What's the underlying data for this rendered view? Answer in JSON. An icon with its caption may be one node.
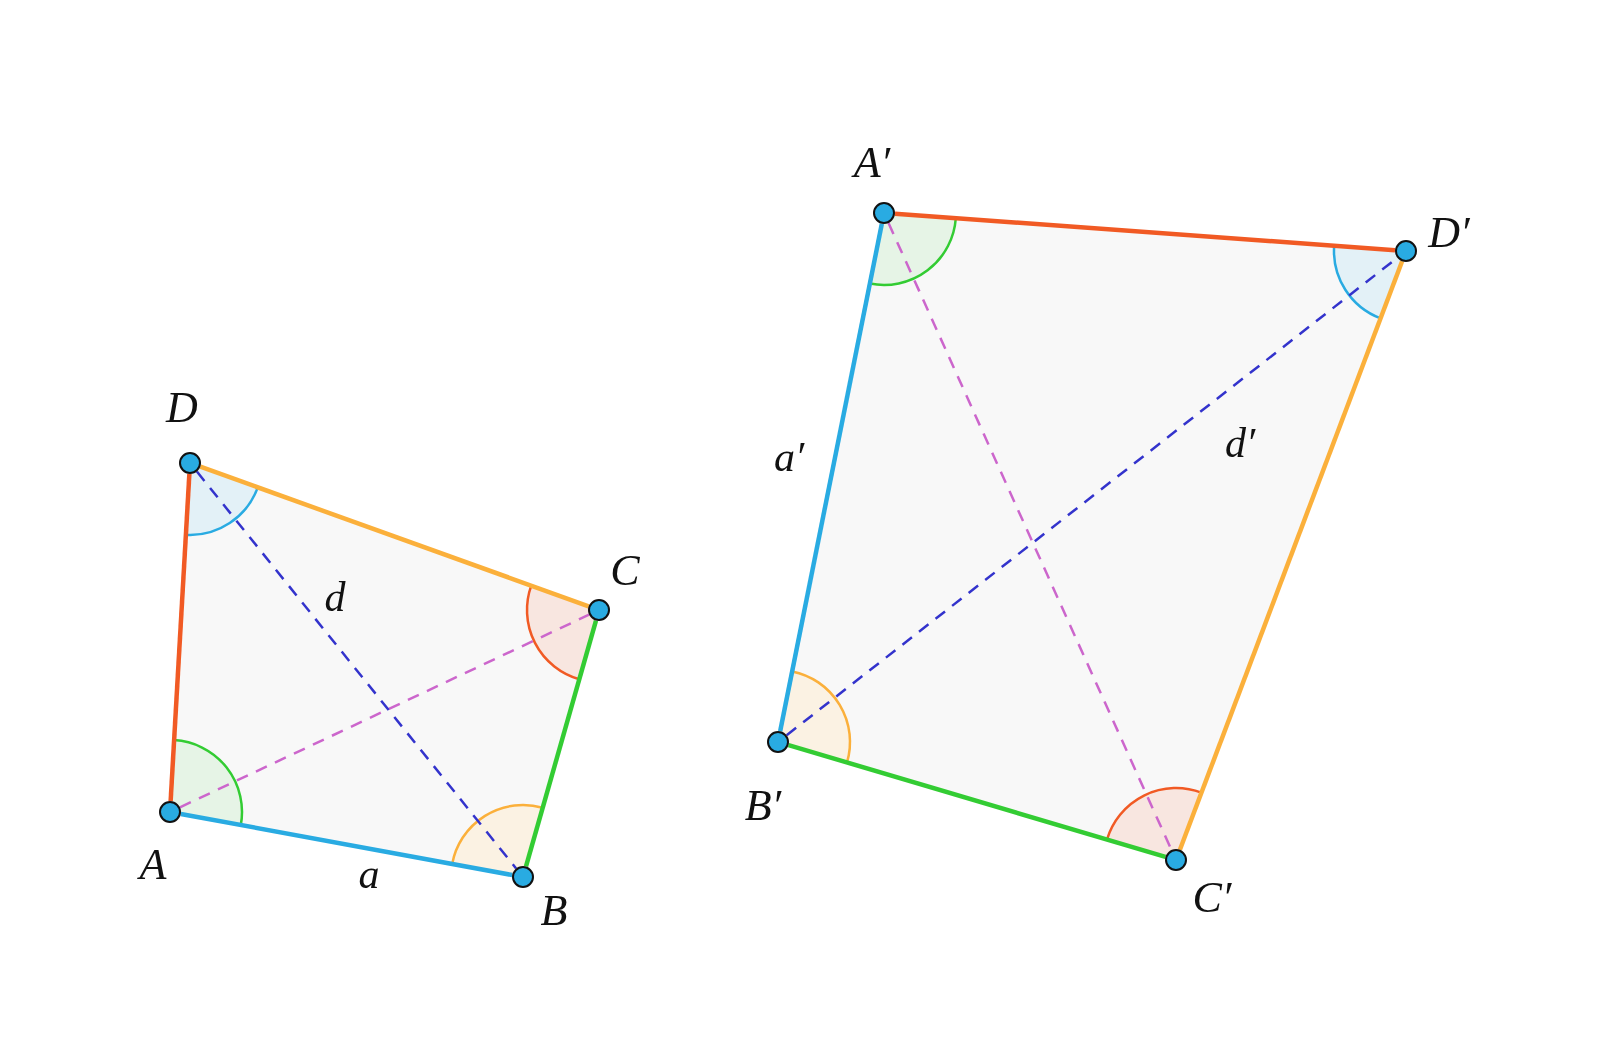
{
  "diagram": {
    "nodes": [
      {
        "text": [],
        "shape": "circle",
        "beside": [
          "A"
        ]
      },
      {
        "text": [],
        "shape": "circle",
        "beside": [
          "B"
        ]
      },
      {
        "text": [],
        "shape": "circle",
        "beside": [
          "C"
        ]
      },
      {
        "text": [],
        "shape": "circle",
        "beside": [
          "D"
        ]
      },
      {
        "text": [],
        "shape": "circle",
        "beside": [
          "A′"
        ]
      },
      {
        "text": [],
        "shape": "circle",
        "beside": [
          "B′"
        ]
      },
      {
        "text": [],
        "shape": "circle",
        "beside": [
          "C′"
        ]
      },
      {
        "text": [],
        "shape": "circle",
        "beside": [
          "D′"
        ]
      }
    ],
    "edges": [
      {
        "from": 0,
        "to": 1,
        "arrow": "none",
        "label": "a",
        "color": "#29abe2"
      },
      {
        "from": 1,
        "to": 2,
        "arrow": "none",
        "color": "#33cc33"
      },
      {
        "from": 2,
        "to": 3,
        "arrow": "none",
        "color": "#fbb03b"
      },
      {
        "from": 3,
        "to": 0,
        "arrow": "none",
        "color": "#f15a24"
      },
      {
        "from": 0,
        "to": 2,
        "arrow": "none",
        "style": "dashed",
        "color": "#cc66cc"
      },
      {
        "from": 3,
        "to": 1,
        "arrow": "none",
        "label": "d",
        "style": "dashed",
        "color": "#3333cc"
      },
      {
        "from": 4,
        "to": 5,
        "arrow": "none",
        "label": "a′",
        "color": "#29abe2"
      },
      {
        "from": 5,
        "to": 6,
        "arrow": "none",
        "color": "#33cc33"
      },
      {
        "from": 6,
        "to": 7,
        "arrow": "none",
        "color": "#fbb03b"
      },
      {
        "from": 7,
        "to": 4,
        "arrow": "none",
        "color": "#f15a24"
      },
      {
        "from": 4,
        "to": 6,
        "arrow": "none",
        "style": "dashed",
        "color": "#cc66cc"
      },
      {
        "from": 5,
        "to": 7,
        "arrow": "none",
        "label": "d′",
        "style": "dashed",
        "color": "#3333cc"
      }
    ]
  }
}
